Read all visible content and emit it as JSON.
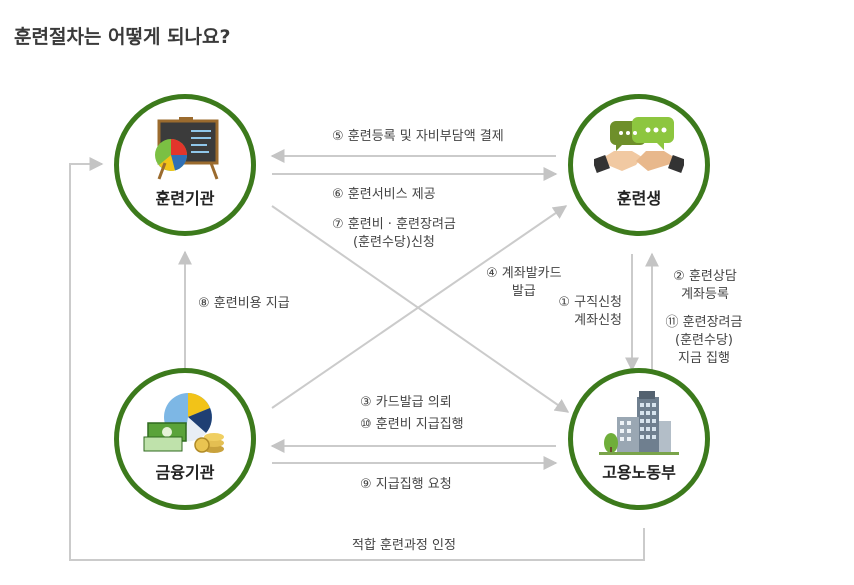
{
  "title": "훈련절차는 어떻게 되나요?",
  "nodes": {
    "training_institution": "훈련기관",
    "trainee": "훈련생",
    "financial_institution": "금융기관",
    "ministry_of_labor": "고용노동부"
  },
  "steps": {
    "s5": "⑤ 훈련등록 및 자비부담액 결제",
    "s6": "⑥ 훈련서비스 제공",
    "s7_line1": "⑦ 훈련비 · 훈련장려금",
    "s7_line2": "(훈련수당)신청",
    "s4_line1": "④ 계좌발카드",
    "s4_line2": "발급",
    "s1_line1": "① 구직신청",
    "s1_line2": "계좌신청",
    "s2_line1": "② 훈련상담",
    "s2_line2": "계좌등록",
    "s11_line1": "⑪ 훈련장려금",
    "s11_line2": "(훈련수당)",
    "s11_line3": "지금 집행",
    "s8": "⑧ 훈련비용 지급",
    "s3": "③ 카드발급 의뢰",
    "s10": "⑩ 훈련비 지급집행",
    "s9": "⑨ 지급집행 요청",
    "bottom": "적합 훈련과정 인정"
  },
  "colors": {
    "node_border": "#3c7a1c",
    "arrow": "#c9c9c9"
  },
  "icons": {
    "training_institution": "chalkboard-icon",
    "trainee": "handshake-icon",
    "financial_institution": "pie-chart-money-icon",
    "ministry_of_labor": "building-icon"
  }
}
